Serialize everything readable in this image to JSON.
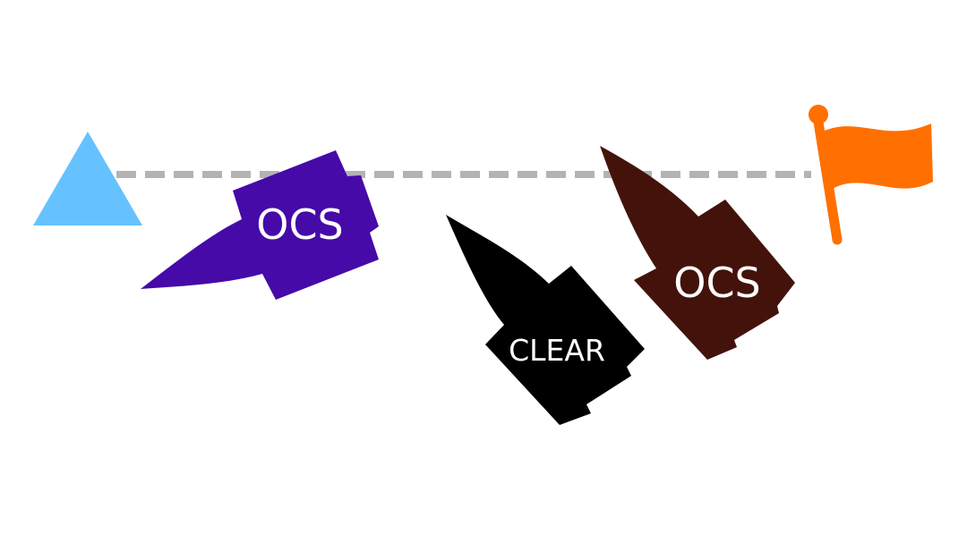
{
  "colors": {
    "pin_mark": "#66c2ff",
    "start_line": "#b3b3b3",
    "committee_flag": "#ff7000",
    "boat_1": "#450aa8",
    "boat_2": "#000000",
    "boat_3": "#43130b"
  },
  "icons": {
    "pin": "triangle-mark-icon",
    "committee": "flag-icon"
  },
  "boats": [
    {
      "label": "OCS"
    },
    {
      "label": "CLEAR"
    },
    {
      "label": "OCS"
    }
  ]
}
